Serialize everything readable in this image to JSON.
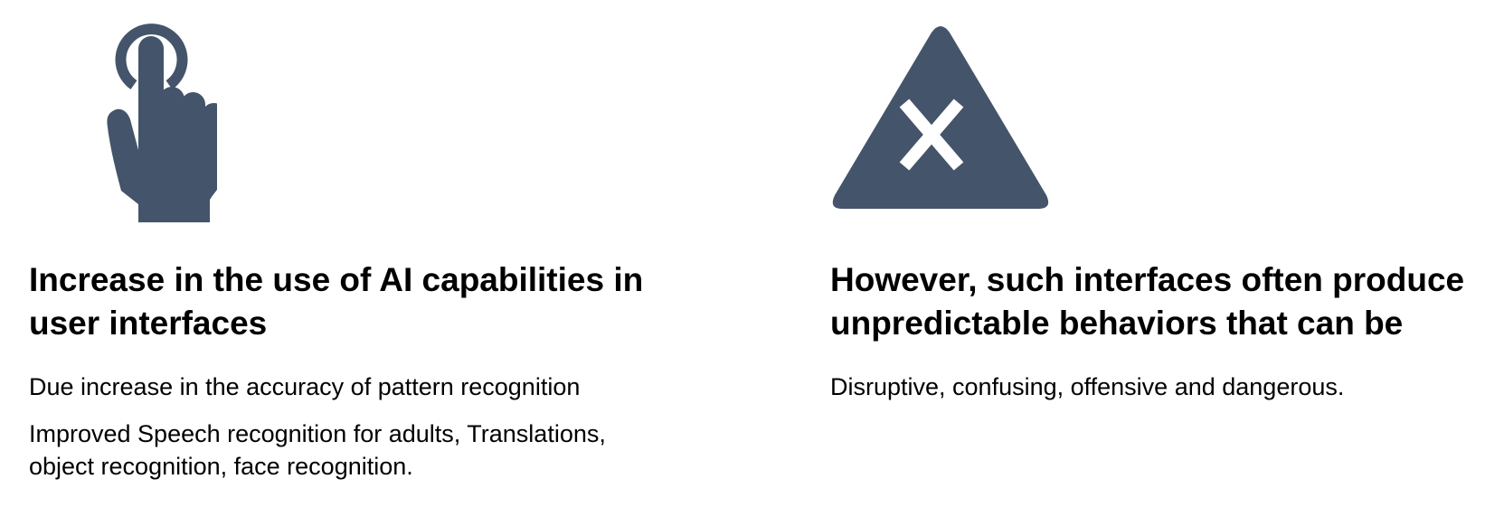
{
  "colors": {
    "icon_fill": "#44546a",
    "text": "#000000",
    "background": "#ffffff"
  },
  "left": {
    "icon": "pointing-hand-icon",
    "heading_line1": "Increase in the use of AI capabilities in",
    "heading_line2": "user interfaces",
    "paragraph1": "Due increase in the accuracy of pattern recognition",
    "paragraph2_line1": "Improved Speech recognition for adults, Translations,",
    "paragraph2_line2": "object recognition, face recognition."
  },
  "right": {
    "icon": "warning-triangle-x-icon",
    "heading_line1": "However, such interfaces often produce",
    "heading_line2": "unpredictable behaviors that can be",
    "paragraph1": "Disruptive, confusing, offensive and dangerous."
  }
}
